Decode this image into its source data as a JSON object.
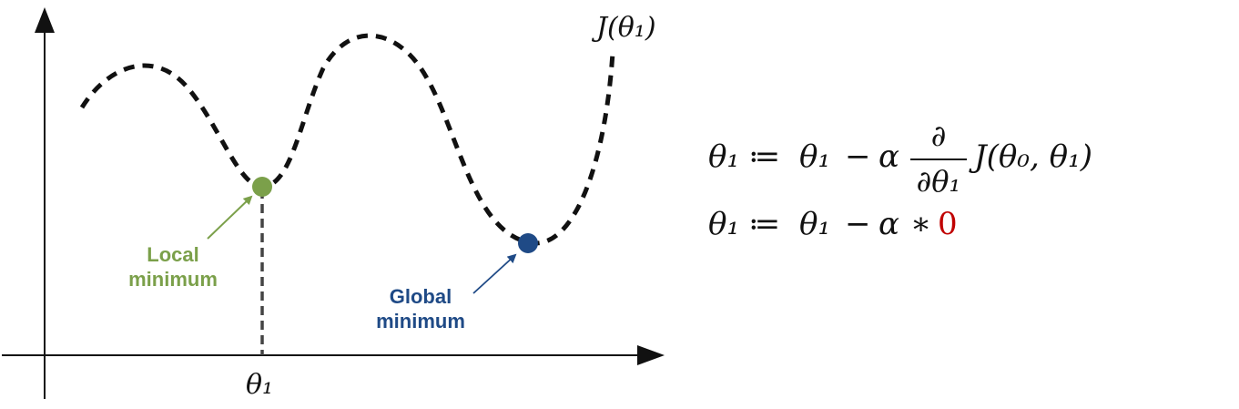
{
  "diagram": {
    "curve_label": "J(θ₁)",
    "x_axis_marker": "θ₁",
    "local_minimum": {
      "line1": "Local",
      "line2": "minimum",
      "color": "#7ba04a"
    },
    "global_minimum": {
      "line1": "Global",
      "line2": "minimum",
      "color": "#1f4a86"
    }
  },
  "equations": {
    "line1": {
      "lhs": "θ₁",
      "assign": "≔",
      "theta": "θ₁",
      "minus": "−",
      "alpha": "α",
      "numerator": "∂",
      "denominator": "∂θ₁",
      "func": "J(θ₀, θ₁)"
    },
    "line2": {
      "lhs": "θ₁",
      "assign": "≔",
      "theta": "θ₁",
      "minus": "−",
      "alpha": "α",
      "times": "∗",
      "zero": "0",
      "zero_color": "#c00000"
    }
  }
}
